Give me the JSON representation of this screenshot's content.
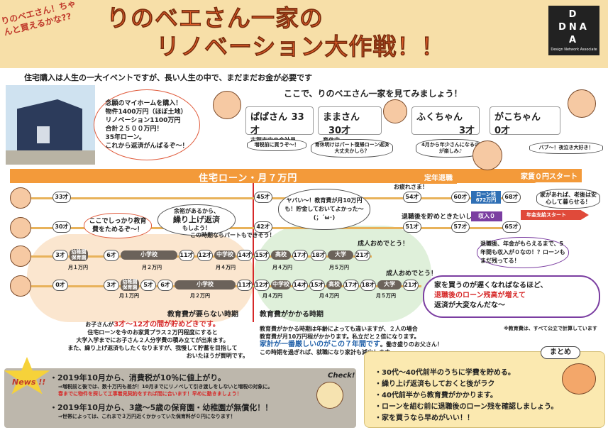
{
  "header": {
    "tag": "りのベエさん！ちゃんと買えるかな??",
    "title_line1": "りのベエさん一家の",
    "title_line2": "リノベーション大作戦！！",
    "logo_letters": [
      "D",
      "DNA",
      "A"
    ],
    "logo_sub": "Design Network Associate"
  },
  "intro": "住宅購入は人生の一大イベントですが、長い人生の中で、まだまだお金が必要です",
  "family_lead": "ここで、りのベエさん一家を見てみましょう！",
  "house_bubble": [
    "念願のマイホームを購入！",
    "物件1400万円（ほぼ土地）",
    "リノベーション1100万円",
    "合計２５００万円！",
    "35年ローン。",
    "これから返済がんばるぞ〜！"
  ],
  "family": [
    {
      "name": "ぱぱさん",
      "age": "33才",
      "sub": "古賀市内の会社員",
      "comment": "増税前に買うぞ〜！"
    },
    {
      "name": "ままさん",
      "age": "30才",
      "sub": "育休中",
      "comment": "育休明けはパート復帰ローン返済大丈夫かしら？"
    },
    {
      "name": "ふくちゃん",
      "age": "3才",
      "sub": "",
      "comment": "4月から年少さんになるのが楽しみ♪"
    },
    {
      "name": "がこちゃん",
      "age": "0才",
      "sub": "",
      "comment": "バブ〜！夜泣き大好き！"
    }
  ],
  "loan_bar": "住宅ローン・月７万円",
  "timeline": {
    "papa": {
      "ages": [
        "33才",
        "45才",
        "54才",
        "60才",
        "68才"
      ],
      "note_top": "お疲れさま！",
      "retire": "定年退職",
      "loan_rest": "ローン残672万円",
      "rent_zero": "家賃０円スタート",
      "after": "家があれば、老後は安心して暮らせる！"
    },
    "mama": {
      "ages": [
        "30才",
        "42才",
        "51才",
        "57才",
        "65才"
      ],
      "bubble1": "ここでしっかり教育費をためるぞ〜！",
      "bubble2_title": "繰り上げ返済",
      "bubble2_pre": "余裕があるから、",
      "bubble2_post": "もしよう！",
      "part_note": "この時期ならパートもできそう！",
      "speech": "ヤバい〜！教育費が月10万円も！貯金しておいてよかった〜",
      "speech_face": "(；´ω･)",
      "save_note": "退職後を貯めときたいし",
      "income_zero": "収入０",
      "pension": "年金支給スタート",
      "retire_bubble": "退職後、年金がもらえるまで、5年間も収入が０なの！？ローンもまだ残ってる！"
    },
    "fuku": {
      "ages": [
        "3才",
        "6才",
        "11才",
        "12才",
        "14才",
        "15才",
        "17才",
        "18才",
        "21才"
      ],
      "stages": [
        "幼稚園保育園",
        "小学校",
        "中学校",
        "高校",
        "大学"
      ],
      "money": [
        "月１万円",
        "月２万円",
        "月４万円",
        "月４万円",
        "月５万円"
      ],
      "adult": "成人おめでとう！"
    },
    "gako": {
      "ages": [
        "0才",
        "3才",
        "5才",
        "6才",
        "11才",
        "12才",
        "14才",
        "15才",
        "17才",
        "18才",
        "21才"
      ],
      "stages": [
        "幼稚園保育園",
        "小学校",
        "中学校",
        "高校",
        "大学"
      ],
      "money": [
        "月１万円",
        "月２万円",
        "月４万円",
        "月４万円",
        "月５万円"
      ],
      "adult": "成人おめでとう！"
    }
  },
  "edu_no_cost": "教育費が要らない時期",
  "edu_cost": "教育費がかかる時期",
  "left_note": {
    "line1_pre": "お子さんが",
    "line1_hl": "3才〜12才の間が貯めどきです。",
    "lines": [
      "住宅ローンを今のお家賃プラス２万円程度にすると",
      "大学入学までにお子さん２人分学費の積み立てが出来ます。",
      "また、繰り上げ返済もしたくなりますが、我慢して貯蓄を目指して",
      "おいたほうが賢明です。"
    ]
  },
  "mid_note": {
    "lines": [
      "教育費がかかる時期は年齢によっても違いますが、２人の場合",
      "教育費が月10万円程がかかります。私立だと２倍になります。"
    ],
    "hl_pre": "家計が一番厳しいのがこの７年間です",
    "hl_post": "。働き盛りのお父さん！",
    "last": "この時期を過ぎれば、就職になり家計も減少します。"
  },
  "purple_box": {
    "line1": "家を買うのが遅くなればなるほど、",
    "line2": "退職後のローン残高が増えて",
    "line3": "返済が大変なんだな〜"
  },
  "footnote": "※教育費は、すべて公立で計算しています",
  "summary": {
    "title": "まとめ",
    "items": [
      "30代〜40代前半のうちに学費を貯める。",
      "繰り上げ返済もしておくと後がラク",
      "40代前半から教育費がかかります。",
      "ローンを組む前に退職後のローン残を確認しましょう。",
      "家を買うなら早めがいい！！"
    ]
  },
  "news": {
    "label": "News !!",
    "item1": "2019年10月から、消費税が10％に値上がり。",
    "item1_sub": "⇒増税前と後では、数十万円も差が！10月までにリノベして引き渡しをしないと増税の対象に。",
    "item1_warn": "春までに物件を探して工事着見契約をすれば間に合います！早めに動きましょう！",
    "item2": "2019年10月から、3歳〜5歳の保育園・幼稚園が無償化！！",
    "item2_sub": "⇒世帯によっては、これまで３万円近くかかっていた保育料が０円になります！",
    "check": "Check!"
  },
  "colors": {
    "loan": "#f39a3a",
    "accent": "#e8612c",
    "purple": "#7b3ea1",
    "red": "#d62828"
  }
}
